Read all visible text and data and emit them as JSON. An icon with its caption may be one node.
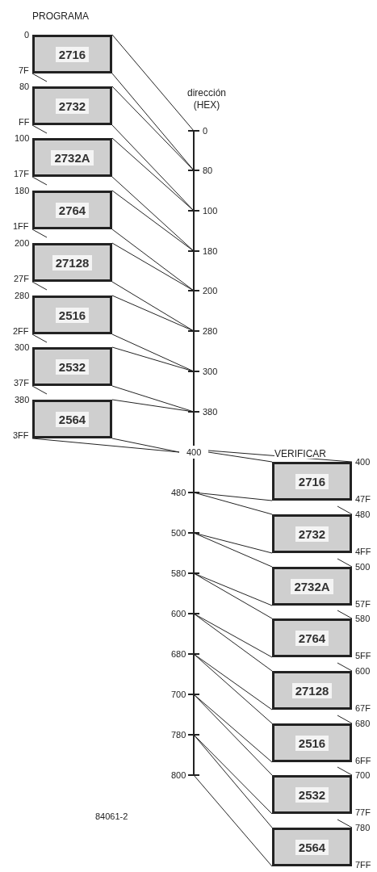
{
  "diagram": {
    "nodes": [
      {
        "text": [
          "2716"
        ],
        "beside": [
          "0",
          "7F"
        ]
      },
      {
        "text": [
          "2732"
        ],
        "beside": [
          "80",
          "FF"
        ]
      },
      {
        "text": [
          "2732A"
        ],
        "beside": [
          "100",
          "17F"
        ]
      },
      {
        "text": [
          "2764"
        ],
        "beside": [
          "180",
          "1FF"
        ]
      },
      {
        "text": [
          "27128"
        ],
        "beside": [
          "200",
          "27F"
        ]
      },
      {
        "text": [
          "2516"
        ],
        "beside": [
          "280",
          "2FF"
        ]
      },
      {
        "text": [
          "2532"
        ],
        "beside": [
          "300",
          "37F"
        ]
      },
      {
        "text": [
          "2564"
        ],
        "beside": [
          "380",
          "3FF"
        ]
      },
      {
        "text": [
          "2716"
        ],
        "beside": [
          "400",
          "47F"
        ]
      },
      {
        "text": [
          "2732"
        ],
        "beside": [
          "480",
          "4FF"
        ]
      },
      {
        "text": [
          "2732A"
        ],
        "beside": [
          "500",
          "57F"
        ]
      },
      {
        "text": [
          "2764"
        ],
        "beside": [
          "580",
          "5FF"
        ]
      },
      {
        "text": [
          "27128"
        ],
        "beside": [
          "600",
          "67F"
        ]
      },
      {
        "text": [
          "2516"
        ],
        "beside": [
          "680",
          "6FF"
        ]
      },
      {
        "text": [
          "2532"
        ],
        "beside": [
          "700",
          "77F"
        ]
      },
      {
        "text": [
          "2564"
        ],
        "beside": [
          "780",
          "7FF"
        ]
      }
    ],
    "labels": [
      "PROGRAMA",
      "dirección (HEX)",
      "0",
      "80",
      "100",
      "180",
      "200",
      "280",
      "300",
      "380",
      "400",
      "VERIFICAR",
      "480",
      "500",
      "580",
      "600",
      "680",
      "700",
      "780",
      "800",
      "84061-2"
    ]
  }
}
